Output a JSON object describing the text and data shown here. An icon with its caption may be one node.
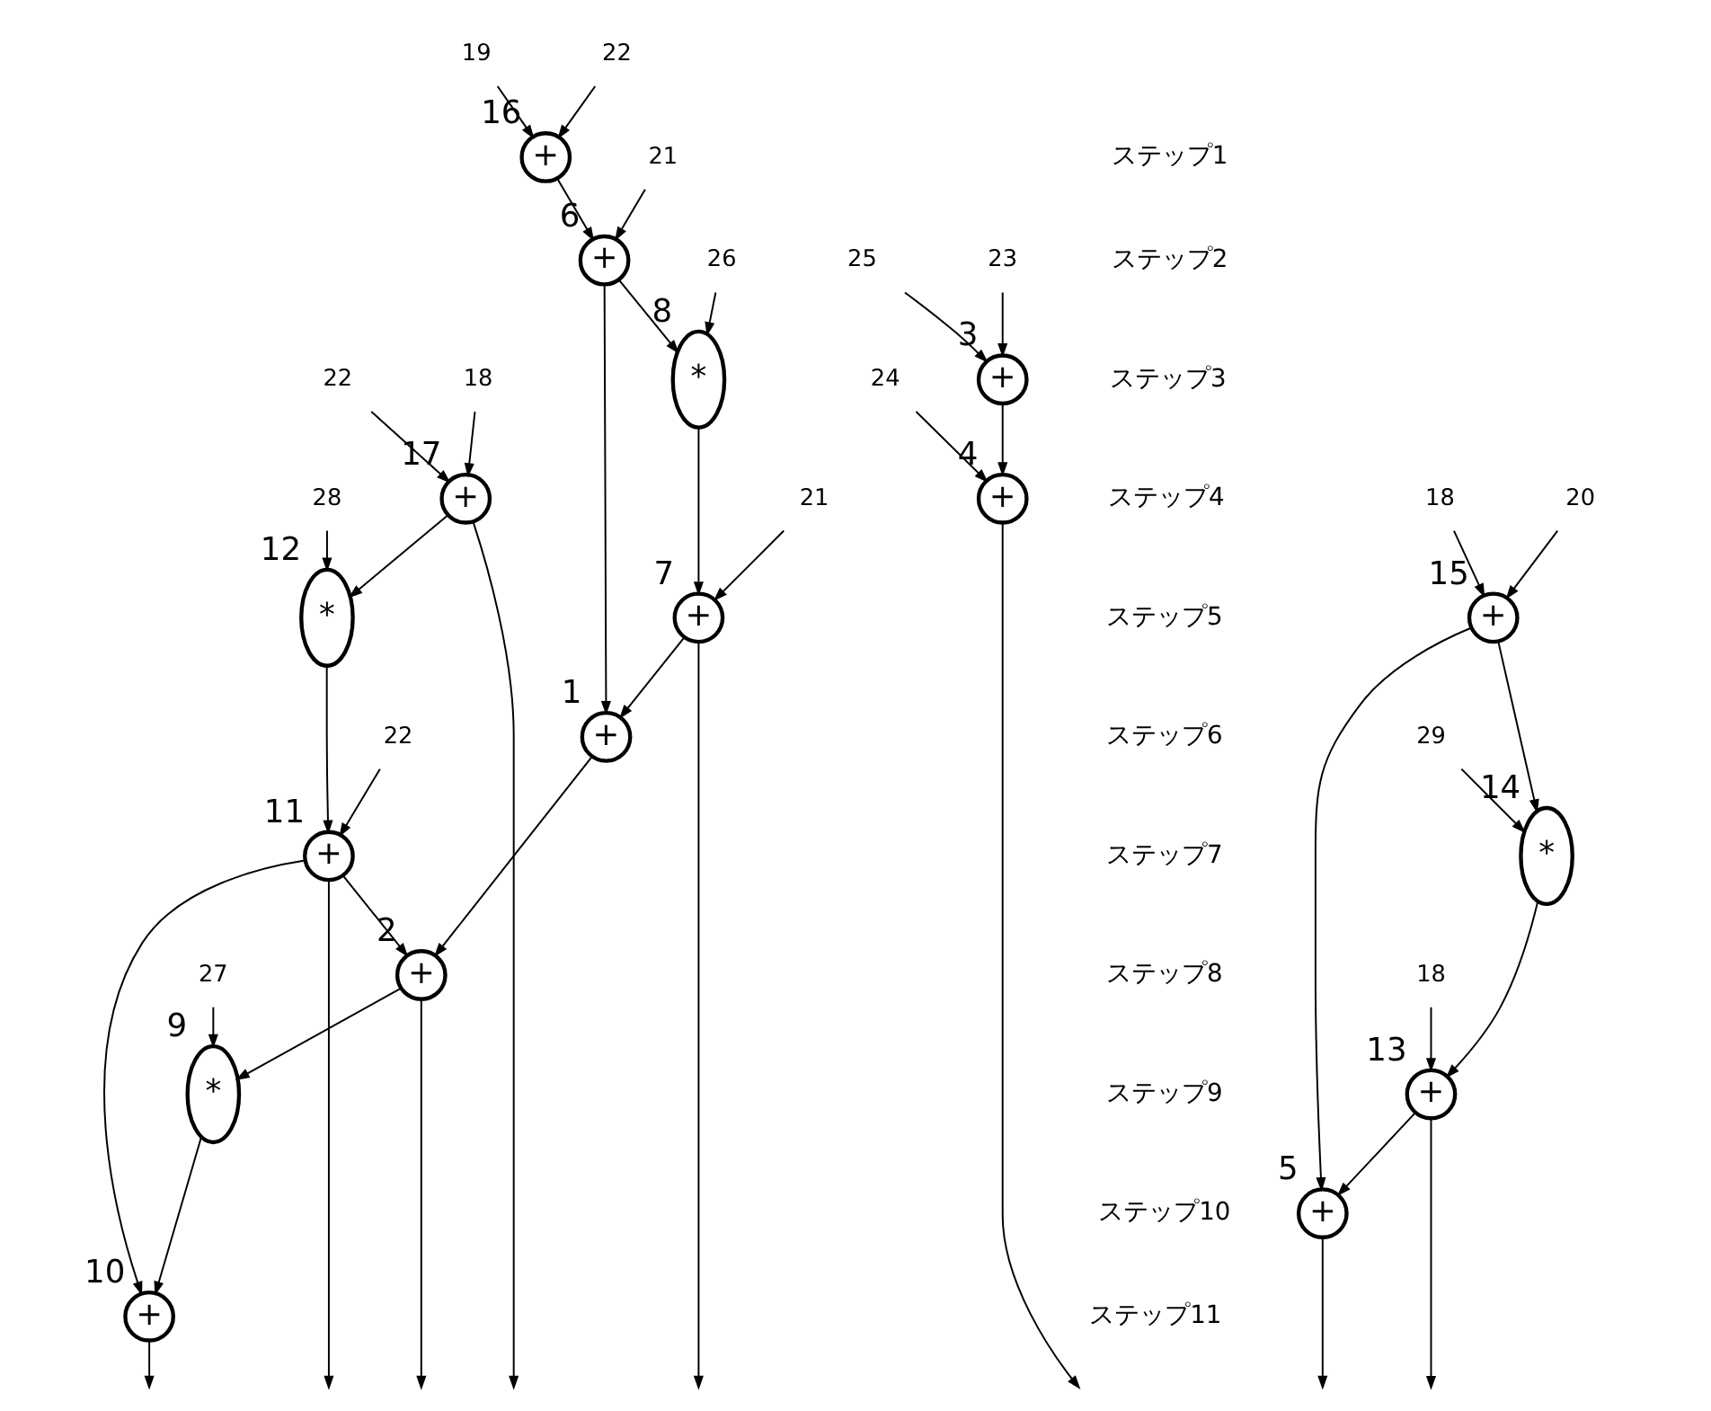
{
  "diagram": {
    "nodes": [
      {
        "text": [
          "19"
        ]
      },
      {
        "text": [
          "22"
        ]
      },
      {
        "text": [
          "+"
        ],
        "beside": [
          "16"
        ]
      },
      {
        "text": [
          "21"
        ]
      },
      {
        "text": [
          "+"
        ],
        "beside": [
          "6"
        ]
      },
      {
        "text": [
          "23"
        ]
      },
      {
        "text": [
          "25"
        ]
      },
      {
        "text": [
          "+"
        ],
        "beside": [
          "3"
        ]
      },
      {
        "text": [
          "26"
        ]
      },
      {
        "text": [
          "*"
        ],
        "beside": [
          "8"
        ]
      },
      {
        "text": [
          "24"
        ]
      },
      {
        "text": [
          "+"
        ],
        "beside": [
          "4"
        ]
      },
      {
        "text": [
          "18"
        ]
      },
      {
        "text": [
          "22"
        ]
      },
      {
        "text": [
          "+"
        ],
        "beside": [
          "17"
        ]
      },
      {
        "text": [
          "21"
        ]
      },
      {
        "text": [
          "+"
        ],
        "beside": [
          "7"
        ]
      },
      {
        "text": [
          "28"
        ]
      },
      {
        "text": [
          "*"
        ],
        "beside": [
          "12"
        ]
      },
      {
        "text": [
          "18"
        ]
      },
      {
        "text": [
          "20"
        ]
      },
      {
        "text": [
          "+"
        ],
        "beside": [
          "15"
        ]
      },
      {
        "text": [
          "+"
        ],
        "beside": [
          "1"
        ]
      },
      {
        "text": [
          "22"
        ]
      },
      {
        "text": [
          "+"
        ],
        "beside": [
          "11"
        ]
      },
      {
        "text": [
          "29"
        ]
      },
      {
        "text": [
          "*"
        ],
        "beside": [
          "14"
        ]
      },
      {
        "text": [
          "+"
        ],
        "beside": [
          "2"
        ]
      },
      {
        "text": [
          "27"
        ]
      },
      {
        "text": [
          "*"
        ],
        "beside": [
          "9"
        ]
      },
      {
        "text": [
          "18"
        ]
      },
      {
        "text": [
          "+"
        ],
        "beside": [
          "13"
        ]
      },
      {
        "text": [
          "+"
        ],
        "beside": [
          "5"
        ]
      },
      {
        "text": [
          "+"
        ],
        "beside": [
          "10"
        ]
      }
    ],
    "edges": [
      {
        "from": 0,
        "to": 2,
        "arrow": "to"
      },
      {
        "from": 1,
        "to": 2,
        "arrow": "to"
      },
      {
        "from": 2,
        "to": 4,
        "arrow": "to"
      },
      {
        "from": 3,
        "to": 4,
        "arrow": "to"
      },
      {
        "from": 5,
        "to": 7,
        "arrow": "to"
      },
      {
        "from": 6,
        "to": 7,
        "arrow": "to"
      },
      {
        "from": 8,
        "to": 9,
        "arrow": "to"
      },
      {
        "from": 4,
        "to": 9,
        "arrow": "to"
      },
      {
        "from": 4,
        "to": 22,
        "arrow": "to"
      },
      {
        "from": 7,
        "to": 11,
        "arrow": "to"
      },
      {
        "from": 10,
        "to": 11,
        "arrow": "to"
      },
      {
        "from": 12,
        "to": 14,
        "arrow": "to"
      },
      {
        "from": 13,
        "to": 14,
        "arrow": "to"
      },
      {
        "from": 15,
        "to": 16,
        "arrow": "to"
      },
      {
        "from": 9,
        "to": 16,
        "arrow": "to"
      },
      {
        "from": 17,
        "to": 18,
        "arrow": "to"
      },
      {
        "from": 14,
        "to": 18,
        "arrow": "to"
      },
      {
        "from": 19,
        "to": 21,
        "arrow": "to"
      },
      {
        "from": 20,
        "to": 21,
        "arrow": "to"
      },
      {
        "from": 16,
        "to": 22,
        "arrow": "to"
      },
      {
        "from": 23,
        "to": 24,
        "arrow": "to"
      },
      {
        "from": 18,
        "to": 24,
        "arrow": "to"
      },
      {
        "from": 25,
        "to": 26,
        "arrow": "to"
      },
      {
        "from": 21,
        "to": 26,
        "arrow": "to"
      },
      {
        "from": 22,
        "to": 27,
        "arrow": "to"
      },
      {
        "from": 24,
        "to": 27,
        "arrow": "to"
      },
      {
        "from": 27,
        "to": 29,
        "arrow": "to"
      },
      {
        "from": 28,
        "to": 29,
        "arrow": "to"
      },
      {
        "from": 26,
        "to": 31,
        "arrow": "to"
      },
      {
        "from": 30,
        "to": 31,
        "arrow": "to"
      },
      {
        "from": 31,
        "to": 32,
        "arrow": "to"
      },
      {
        "from": 21,
        "to": 32,
        "arrow": "to"
      },
      {
        "from": 29,
        "to": 33,
        "arrow": "to"
      },
      {
        "from": 24,
        "to": 33,
        "arrow": "to"
      },
      {
        "from": 11,
        "to": null,
        "arrow": "to"
      },
      {
        "from": 16,
        "to": null,
        "arrow": "to"
      },
      {
        "from": 27,
        "to": null,
        "arrow": "to"
      },
      {
        "from": 33,
        "to": null,
        "arrow": "to"
      },
      {
        "from": 24,
        "to": null,
        "arrow": "to"
      },
      {
        "from": 14,
        "to": null,
        "arrow": "to"
      },
      {
        "from": 31,
        "to": null,
        "arrow": "to"
      },
      {
        "from": 32,
        "to": null,
        "arrow": "to"
      }
    ],
    "labels": [
      "ステップ1",
      "ステップ2",
      "ステップ3",
      "ステップ4",
      "ステップ5",
      "ステップ6",
      "ステップ7",
      "ステップ8",
      "ステップ9",
      "ステップ10",
      "ステップ11"
    ]
  }
}
